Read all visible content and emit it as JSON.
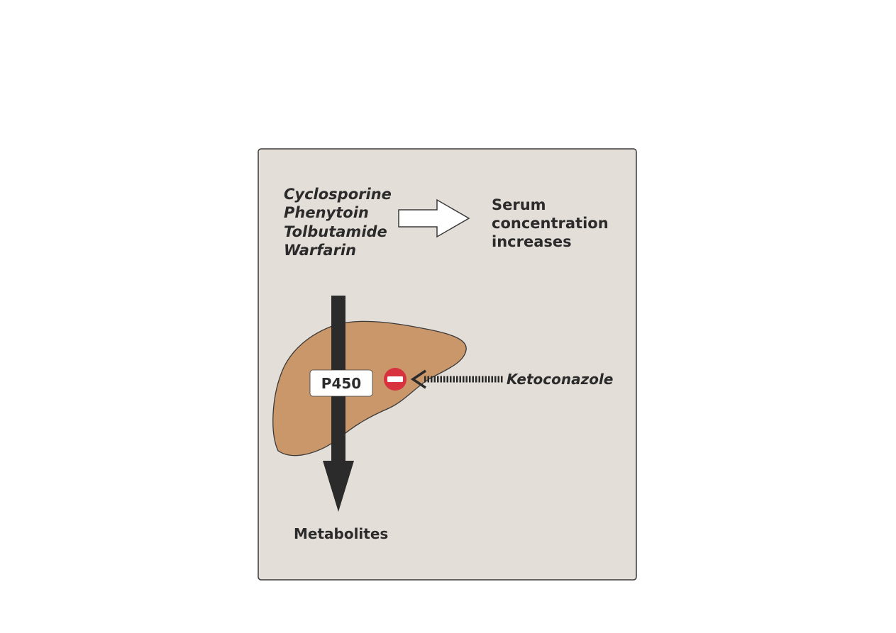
{
  "drugs": [
    "Cyclosporine",
    "Phenytoin",
    "Tolbutamide",
    "Warfarin"
  ],
  "effect": {
    "lines": [
      "Serum",
      "concentration",
      "increases"
    ]
  },
  "enzyme_label": "P450",
  "inhibitor_label": "Ketoconazole",
  "product_label": "Metabolites",
  "colors": {
    "panel_background": "#e4ded8",
    "panel_border": "#3a3a3a",
    "liver_fill": "#c9976a",
    "liver_stroke": "#3a3a3a",
    "metabolism_arrow": "#2b2b2b",
    "inhibition_badge": "#d7323e",
    "text": "#2b2b2b"
  },
  "icons": {
    "inhibition_badge": "minus-circle-icon",
    "organ": "liver-icon"
  }
}
